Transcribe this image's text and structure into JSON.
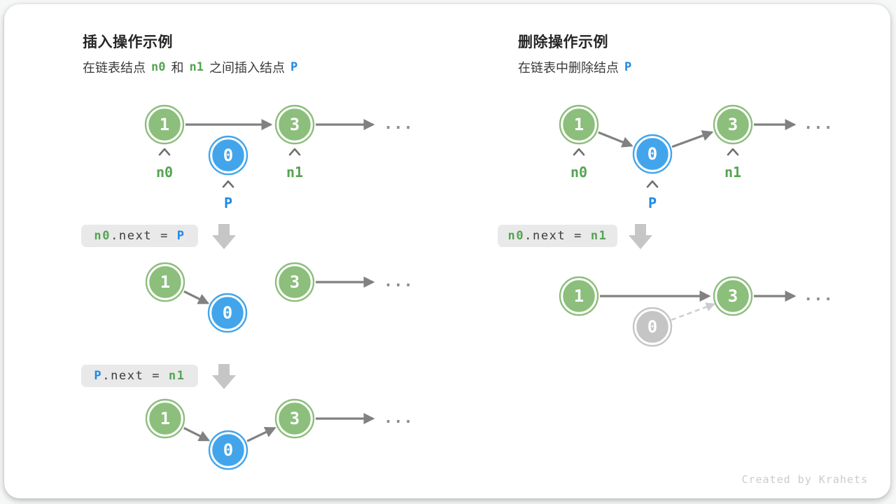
{
  "watermark": "Created by Krahets",
  "colors": {
    "node_green": "#8CBE7C",
    "node_blue": "#42A5EB",
    "node_gray": "#C5C5C5",
    "text_green": "#56A353",
    "text_blue": "#1E88E5",
    "arrow_gray": "#818181",
    "dashed_gray": "#CCCCCC",
    "codebox_bg": "#E9E9E9",
    "block_arrow_gray": "#C6C6C6",
    "watermark_gray": "#CBCBCB"
  },
  "left": {
    "title": "插入操作示例",
    "subtitle": [
      "在链表结点",
      "n0",
      "和",
      "n1",
      "之间插入结点",
      "P"
    ],
    "code1": [
      "n0",
      ".next = ",
      "P"
    ],
    "code2": [
      "P",
      ".next = ",
      "n1"
    ],
    "diagram1": {
      "node1": "1",
      "node3": "3",
      "nodeP": "0",
      "label_n0": "n0",
      "label_n1": "n1",
      "label_P": "P",
      "ellipsis": "..."
    },
    "diagram2": {
      "node1": "1",
      "nodeP": "0",
      "node3": "3",
      "ellipsis": "..."
    },
    "diagram3": {
      "node1": "1",
      "nodeP": "0",
      "node3": "3",
      "ellipsis": "..."
    }
  },
  "right": {
    "title": "删除操作示例",
    "subtitle": [
      "在链表中删除结点",
      "P"
    ],
    "code1": [
      "n0",
      ".next = ",
      "n1"
    ],
    "diagram1": {
      "node1": "1",
      "nodeP": "0",
      "node3": "3",
      "label_n0": "n0",
      "label_n1": "n1",
      "label_P": "P",
      "ellipsis": "..."
    },
    "diagram2": {
      "node1": "1",
      "node0": "0",
      "node3": "3",
      "ellipsis": "..."
    }
  }
}
